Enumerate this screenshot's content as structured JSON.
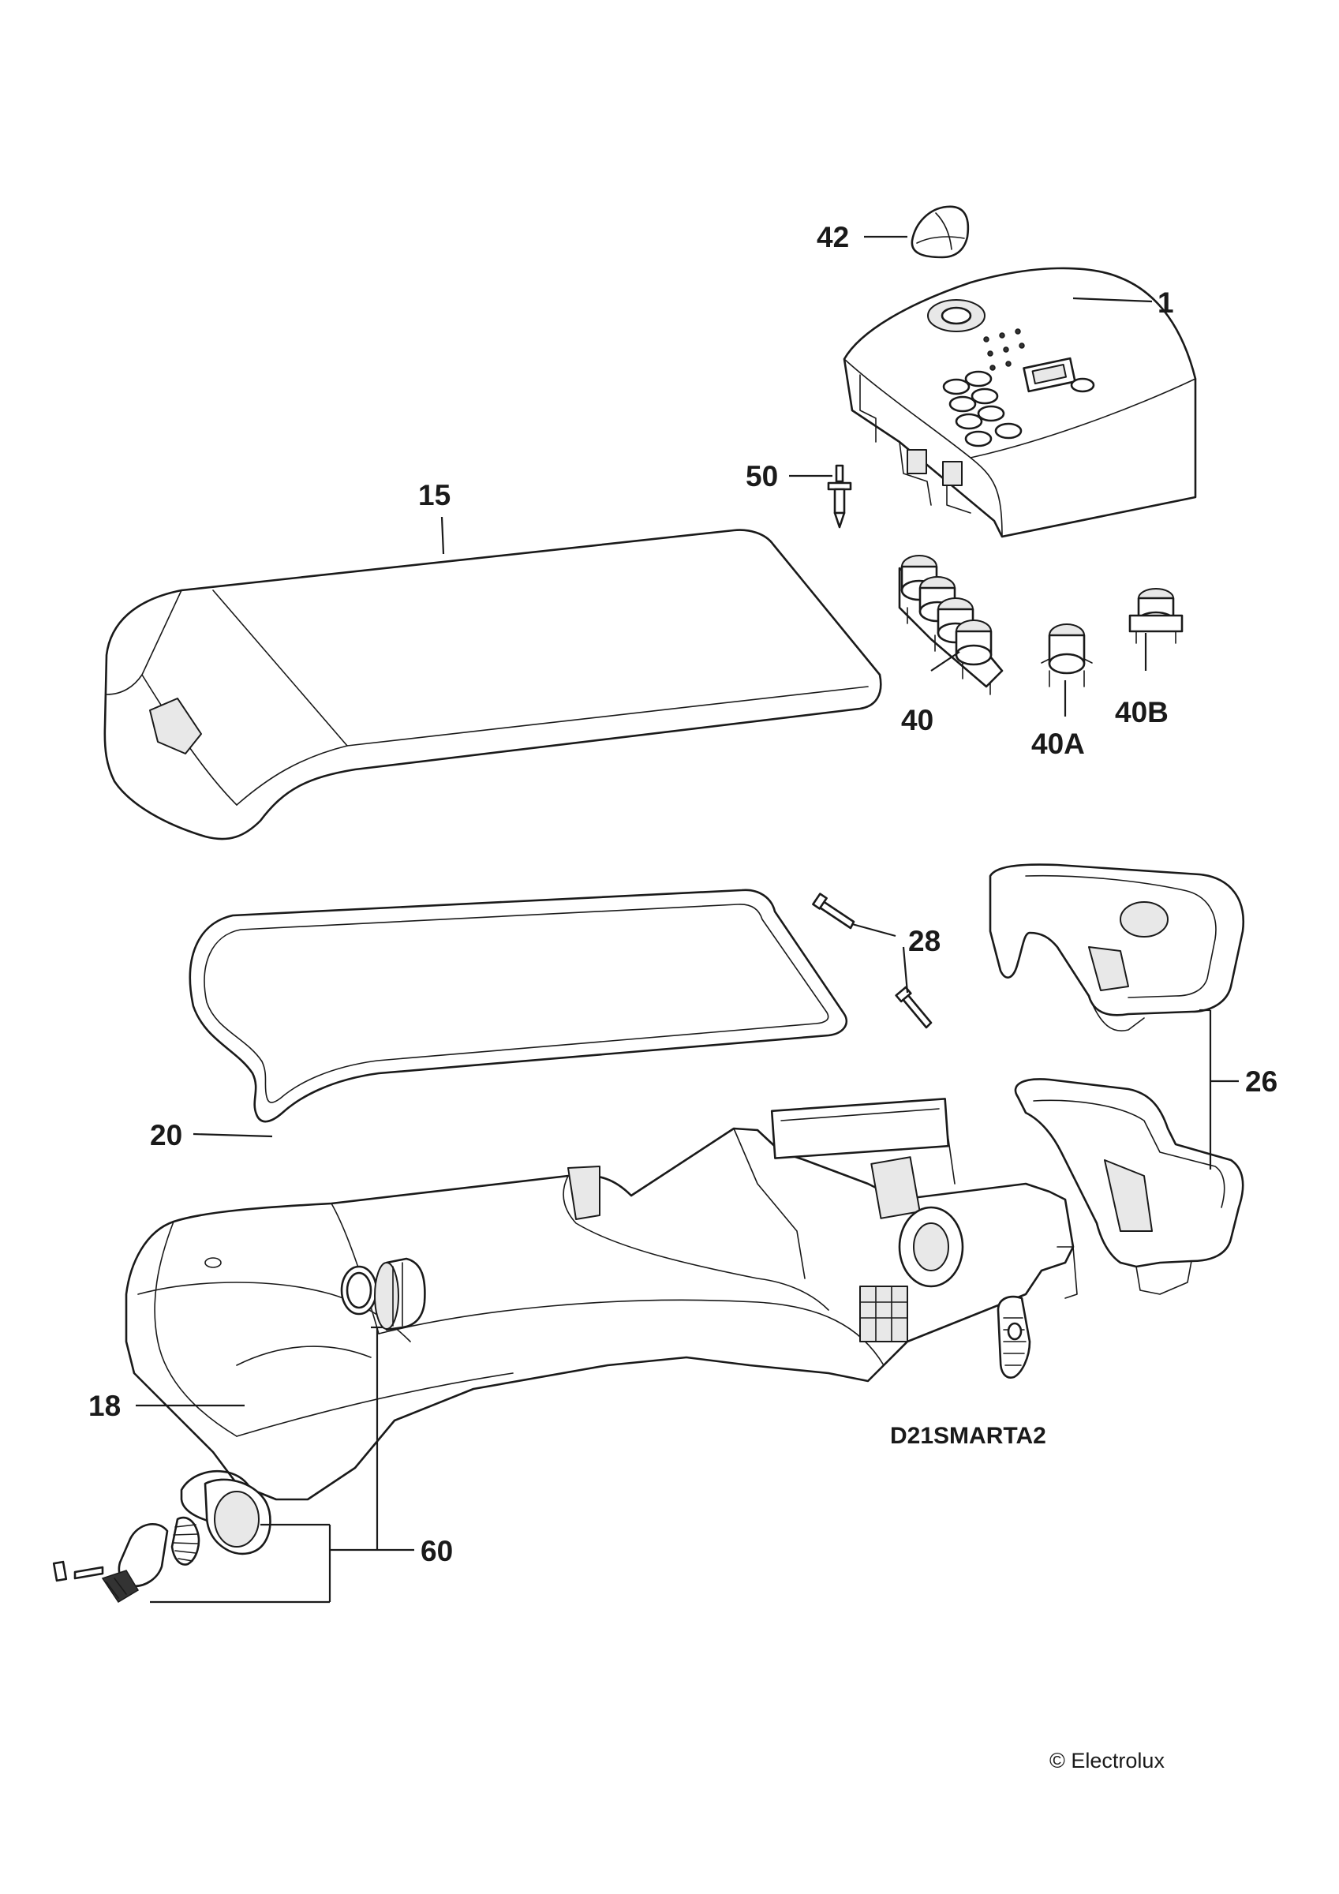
{
  "diagram": {
    "drawing_code": "D21SMARTA2",
    "copyright": "© Electrolux",
    "callouts": [
      {
        "id": "42"
      },
      {
        "id": "1"
      },
      {
        "id": "50"
      },
      {
        "id": "15"
      },
      {
        "id": "40"
      },
      {
        "id": "40A"
      },
      {
        "id": "40B"
      },
      {
        "id": "28"
      },
      {
        "id": "26"
      },
      {
        "id": "20"
      },
      {
        "id": "18"
      },
      {
        "id": "60"
      }
    ]
  }
}
